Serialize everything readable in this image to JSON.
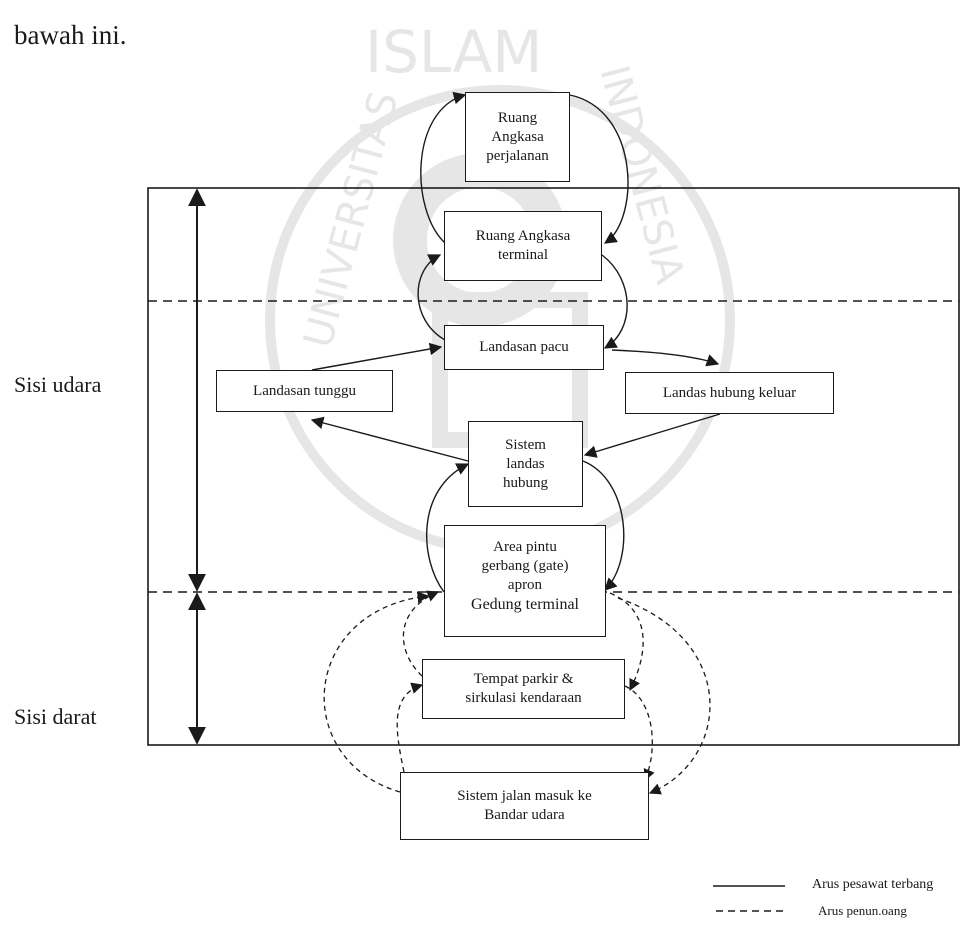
{
  "header_text": "bawah ini.",
  "watermark": {
    "top_text": "ISLAM",
    "left_text": "UNIVERSITAS",
    "right_text": "INDONESIA"
  },
  "zones": {
    "air_side": "Sisi udara",
    "land_side": "Sisi darat"
  },
  "nodes": {
    "enroute_airspace": "Ruang\nAngkasa\nperjalanan",
    "terminal_airspace": "Ruang Angkasa\nterminal",
    "runway": "Landasan pacu",
    "holding_apron": "Landasan tunggu",
    "exit_taxiway": "Landas hubung keluar",
    "taxiway_system": "Sistem\nlandas\nhubung",
    "gate_area": "Area pintu\ngerbang (gate)\napron",
    "terminal_building": "Gedung terminal",
    "parking": "Tempat parkir &\nsirkulasi kendaraan",
    "access_road": "Sistem jalan masuk ke\nBandar udara"
  },
  "legend": {
    "aircraft_flow": "Arus pesawat terbang",
    "support_flow": "Arus penun.oang"
  },
  "colors": {
    "ink": "#1a1a1a",
    "watermark": "#6b6b6b"
  }
}
